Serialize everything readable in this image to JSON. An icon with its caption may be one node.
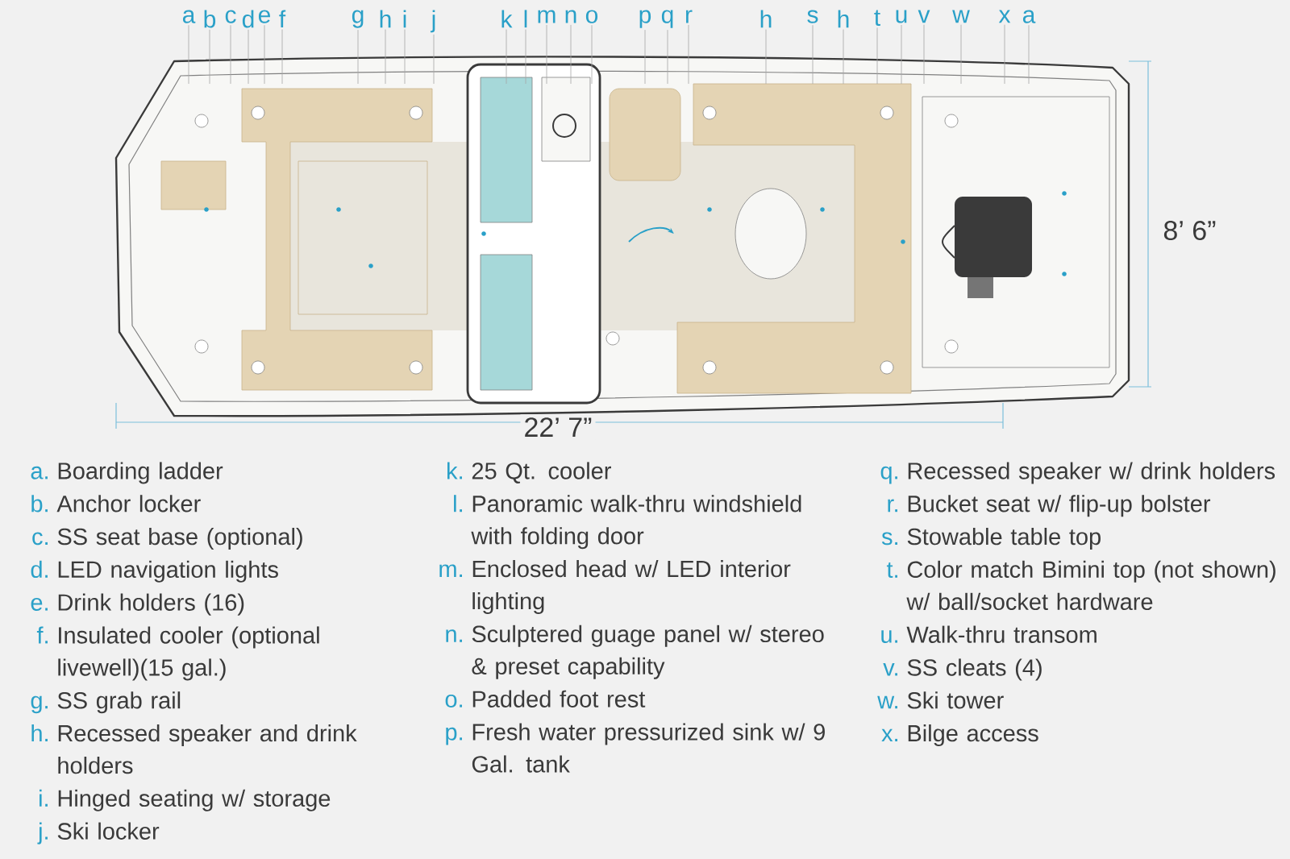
{
  "diagram": {
    "nodes": [
      {
        "text": [
          "a"
        ]
      },
      {
        "text": [
          "b"
        ]
      },
      {
        "text": [
          "c"
        ]
      },
      {
        "text": [
          "d"
        ]
      },
      {
        "text": [
          "e"
        ]
      },
      {
        "text": [
          "f"
        ]
      },
      {
        "text": [
          "g"
        ]
      },
      {
        "text": [
          "h"
        ]
      },
      {
        "text": [
          "i"
        ]
      },
      {
        "text": [
          "j"
        ]
      },
      {
        "text": [
          "k"
        ]
      },
      {
        "text": [
          "l"
        ]
      },
      {
        "text": [
          "m"
        ]
      },
      {
        "text": [
          "n"
        ]
      },
      {
        "text": [
          "o"
        ]
      },
      {
        "text": [
          "p"
        ]
      },
      {
        "text": [
          "q"
        ]
      },
      {
        "text": [
          "r"
        ]
      },
      {
        "text": [
          "h"
        ]
      },
      {
        "text": [
          "s"
        ]
      },
      {
        "text": [
          "h"
        ]
      },
      {
        "text": [
          "t"
        ]
      },
      {
        "text": [
          "u"
        ]
      },
      {
        "text": [
          "v"
        ]
      },
      {
        "text": [
          "w"
        ]
      },
      {
        "text": [
          "x"
        ]
      },
      {
        "text": [
          "a"
        ]
      }
    ],
    "edges": [
      {
        "from": 0,
        "to": null,
        "arrow": "none"
      },
      {
        "from": 1,
        "to": null,
        "arrow": "none"
      },
      {
        "from": 2,
        "to": null,
        "arrow": "none"
      },
      {
        "from": 3,
        "to": null,
        "arrow": "none"
      },
      {
        "from": 4,
        "to": null,
        "arrow": "none"
      },
      {
        "from": 5,
        "to": null,
        "arrow": "none"
      },
      {
        "from": 6,
        "to": null,
        "arrow": "none"
      },
      {
        "from": 7,
        "to": null,
        "arrow": "none"
      },
      {
        "from": 8,
        "to": null,
        "arrow": "none"
      },
      {
        "from": 9,
        "to": null,
        "arrow": "none"
      },
      {
        "from": 10,
        "to": null,
        "arrow": "none"
      },
      {
        "from": 11,
        "to": null,
        "arrow": "none"
      },
      {
        "from": 12,
        "to": null,
        "arrow": "none"
      },
      {
        "from": 13,
        "to": null,
        "arrow": "none"
      },
      {
        "from": 14,
        "to": null,
        "arrow": "none"
      },
      {
        "from": 15,
        "to": null,
        "arrow": "none"
      },
      {
        "from": 16,
        "to": null,
        "arrow": "none"
      },
      {
        "from": 17,
        "to": null,
        "arrow": "none"
      },
      {
        "from": 18,
        "to": null,
        "arrow": "none"
      },
      {
        "from": 19,
        "to": null,
        "arrow": "none"
      },
      {
        "from": 20,
        "to": null,
        "arrow": "none"
      },
      {
        "from": 21,
        "to": null,
        "arrow": "none"
      },
      {
        "from": 22,
        "to": null,
        "arrow": "none"
      },
      {
        "from": 23,
        "to": null,
        "arrow": "none"
      },
      {
        "from": 24,
        "to": null,
        "arrow": "none"
      },
      {
        "from": 25,
        "to": null,
        "arrow": "none"
      },
      {
        "from": 26,
        "to": null,
        "arrow": "none"
      }
    ],
    "labels": [
      "8’ 6”",
      "22’ 7”",
      "a.",
      "Boarding ladder",
      "b.",
      "Anchor locker",
      "c.",
      "SS seat base (optional)",
      "d.",
      "LED navigation lights",
      "e.",
      "Drink holders (16)",
      "f.",
      "Insulated cooler (optional livewell)(15 gal.)",
      "g.",
      "SS grab rail",
      "h.",
      "Recessed speaker and drink holders",
      "i.",
      "Hinged seating w/ storage",
      "j.",
      "Ski locker",
      "k.",
      "25 Qt. cooler",
      "l.",
      "Panoramic walk-thru windshield with folding door",
      "m.",
      "Enclosed head w/ LED interior lighting",
      "n.",
      "Sculptered guage panel w/ stereo & preset capability",
      "o.",
      "Padded foot rest",
      "p.",
      "Fresh water pressurized sink w/ 9 Gal. tank",
      "q.",
      "Recessed speaker w/ drink holders",
      "r.",
      "Bucket seat w/ flip-up bolster",
      "s.",
      "Stowable table top",
      "t.",
      "Color match Bimini top (not shown) w/ ball/socket hardware",
      "u.",
      "Walk-thru transom",
      "v.",
      "SS cleats (4)",
      "w.",
      "Ski tower",
      "x.",
      "Bilge access"
    ]
  }
}
